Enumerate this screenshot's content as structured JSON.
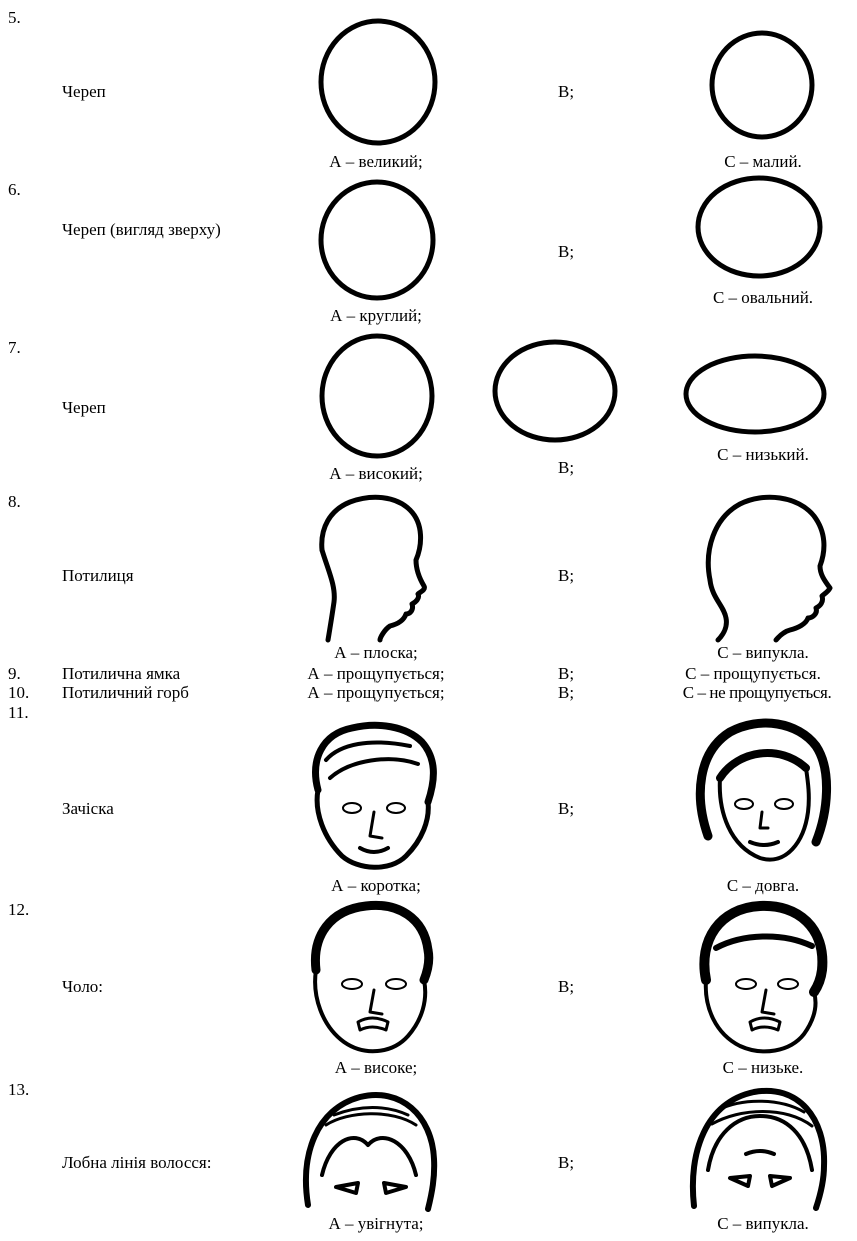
{
  "rows": [
    {
      "num": "5.",
      "label": "Череп",
      "a": "А – великий;",
      "b": "В;",
      "c": "С – малий."
    },
    {
      "num": "6.",
      "label": "Череп (вигляд зверху)",
      "a": "А – круглий;",
      "b": "В;",
      "c": "С – овальний."
    },
    {
      "num": "7.",
      "label": "Череп",
      "a": "А – високий;",
      "b": "В;",
      "c": "С – низький."
    },
    {
      "num": "8.",
      "label": "Потилиця",
      "a": "А – плоска;",
      "b": "В;",
      "c": "С – випукла."
    },
    {
      "num": "9.",
      "label": "Потилична ямка",
      "a": "А – прощупується;",
      "b": "В;",
      "c": "С – прощупується."
    },
    {
      "num": "10.",
      "label": "Потиличний горб",
      "a": "А – прощупується;",
      "b": "В;",
      "c": "С – не прощупується."
    },
    {
      "num": "11.",
      "label": "Зачіска",
      "a": "А – коротка;",
      "b": "В;",
      "c": "С – довга."
    },
    {
      "num": "12.",
      "label": "Чоло:",
      "a": "А – високе;",
      "b": "В;",
      "c": "С – низьке."
    },
    {
      "num": "13.",
      "label": "Лобна лінія волосся:",
      "a": "А – увігнута;",
      "b": "В;",
      "c": "С – випукла."
    }
  ],
  "figures": {
    "r5a": "skull-large-circle",
    "r5c": "skull-small-circle",
    "r6a": "skull-round-top-view",
    "r6c": "skull-oval-top-view",
    "r7a": "skull-high",
    "r7b": "skull-medium",
    "r7c": "skull-low",
    "r8a": "head-profile-flat-occiput",
    "r8c": "head-profile-convex-occiput",
    "r11a": "face-short-hair",
    "r11c": "face-long-hair",
    "r12a": "face-high-forehead",
    "r12c": "face-low-forehead",
    "r13a": "hairline-concave",
    "r13c": "hairline-convex"
  }
}
